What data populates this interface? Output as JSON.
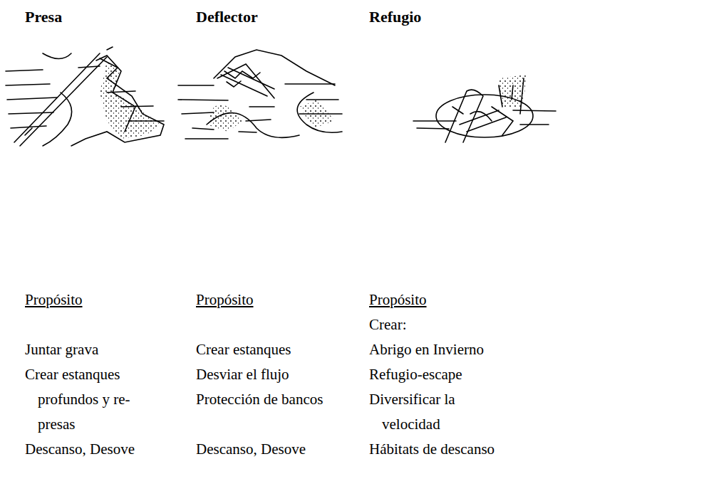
{
  "diagram": {
    "labels": [
      "Presa",
      "Deflector",
      "Refugio",
      "Propósito",
      "Propósito",
      "Propósito",
      "Juntar grava",
      "Crear estanques profundos y re-presas",
      "Descanso, Desove",
      "Crear estanques",
      "Desviar el flujo",
      "Protección de bancos",
      "Descanso, Desove",
      "Crear:",
      "Abrigo en Invierno",
      "Refugio-escape",
      "Diversificar la velocidad",
      "Hábitats de descanso"
    ]
  }
}
